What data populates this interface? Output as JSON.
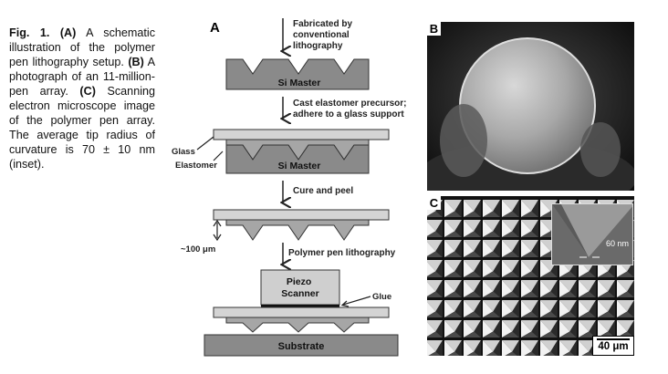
{
  "caption": {
    "fig_label": "Fig. 1.",
    "a_label": "(A)",
    "a_text": "A schematic illustration of the polymer pen lithography setup.",
    "b_label": "(B)",
    "b_text": "A photograph of an 11-million-pen array.",
    "c_label": "(C)",
    "c_text": "Scanning electron microscope image of the polymer pen array. The average tip radius of curvature is 70 ± 10 nm (inset)."
  },
  "diagram": {
    "panel_label": "A",
    "step1_lines": [
      "Fabricated by",
      "conventional",
      "lithography"
    ],
    "master_label": "Si Master",
    "step2_lines": [
      "Cast elastomer precursor;",
      "adhere to a glass support"
    ],
    "glass_label": "Glass",
    "elastomer_label": "Elastomer",
    "master_label_2": "Si Master",
    "step3_label": "Cure and peel",
    "thickness_label": "~100 μm",
    "step4_label": "Polymer pen lithography",
    "piezo_lines": [
      "Piezo",
      "Scanner"
    ],
    "glue_label": "Glue",
    "substrate_label": "Substrate"
  },
  "photo": {
    "panel_label": "B"
  },
  "sem": {
    "panel_label": "C",
    "inset_label": "60 nm",
    "scale_label": "40 μm"
  },
  "colors": {
    "gray_dark": "#7d7d7d",
    "gray_mid": "#a9a9a9",
    "gray_light": "#cfcfcf"
  }
}
